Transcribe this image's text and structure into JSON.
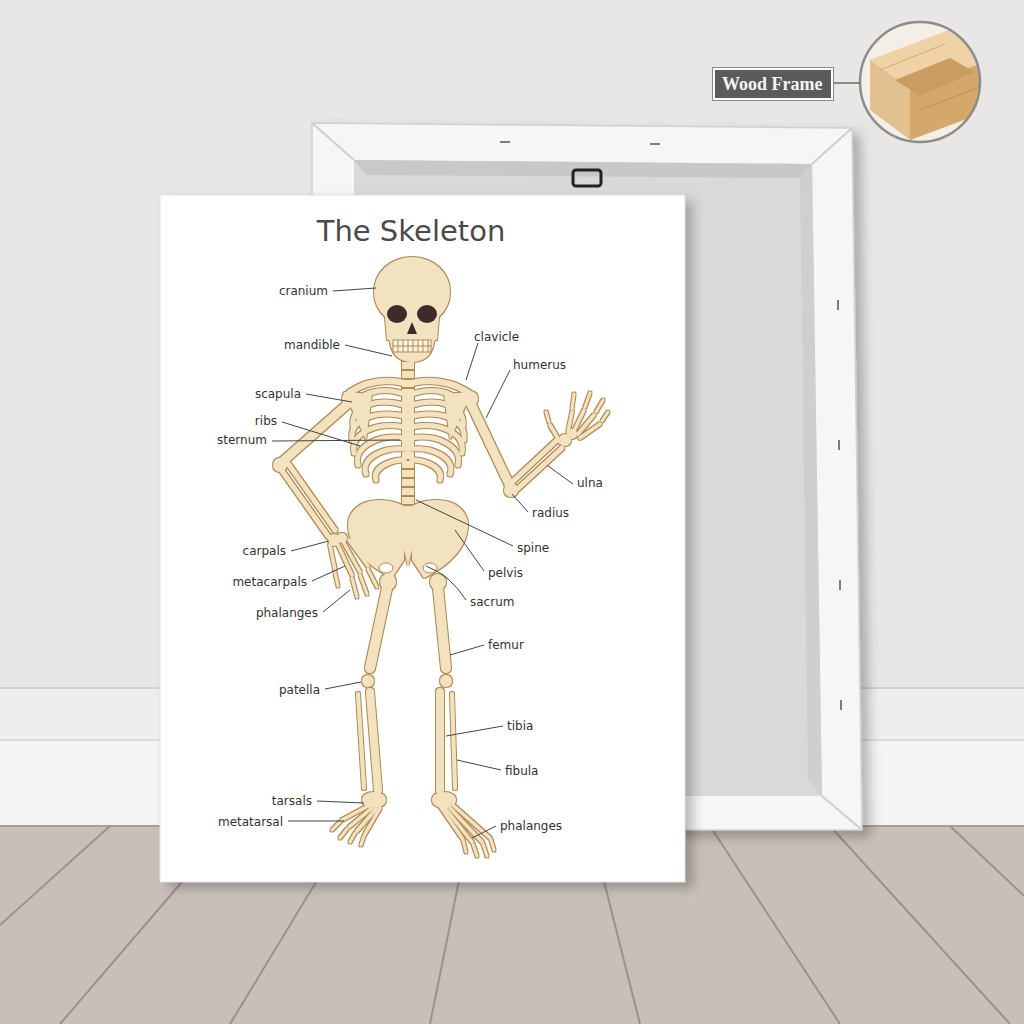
{
  "diagram": {
    "title": "The Skeleton",
    "nodes": [
      {
        "text": [
          "Wood Frame"
        ]
      }
    ],
    "labels": [
      "cranium",
      "clavicle",
      "mandible",
      "humerus",
      "scapula",
      "ribs",
      "sternum",
      "ulna",
      "radius",
      "spine",
      "carpals",
      "pelvis",
      "metacarpals",
      "sacrum",
      "phalanges",
      "femur",
      "patella",
      "tibia",
      "fibula",
      "tarsals",
      "metatarsal",
      "phalanges"
    ]
  }
}
